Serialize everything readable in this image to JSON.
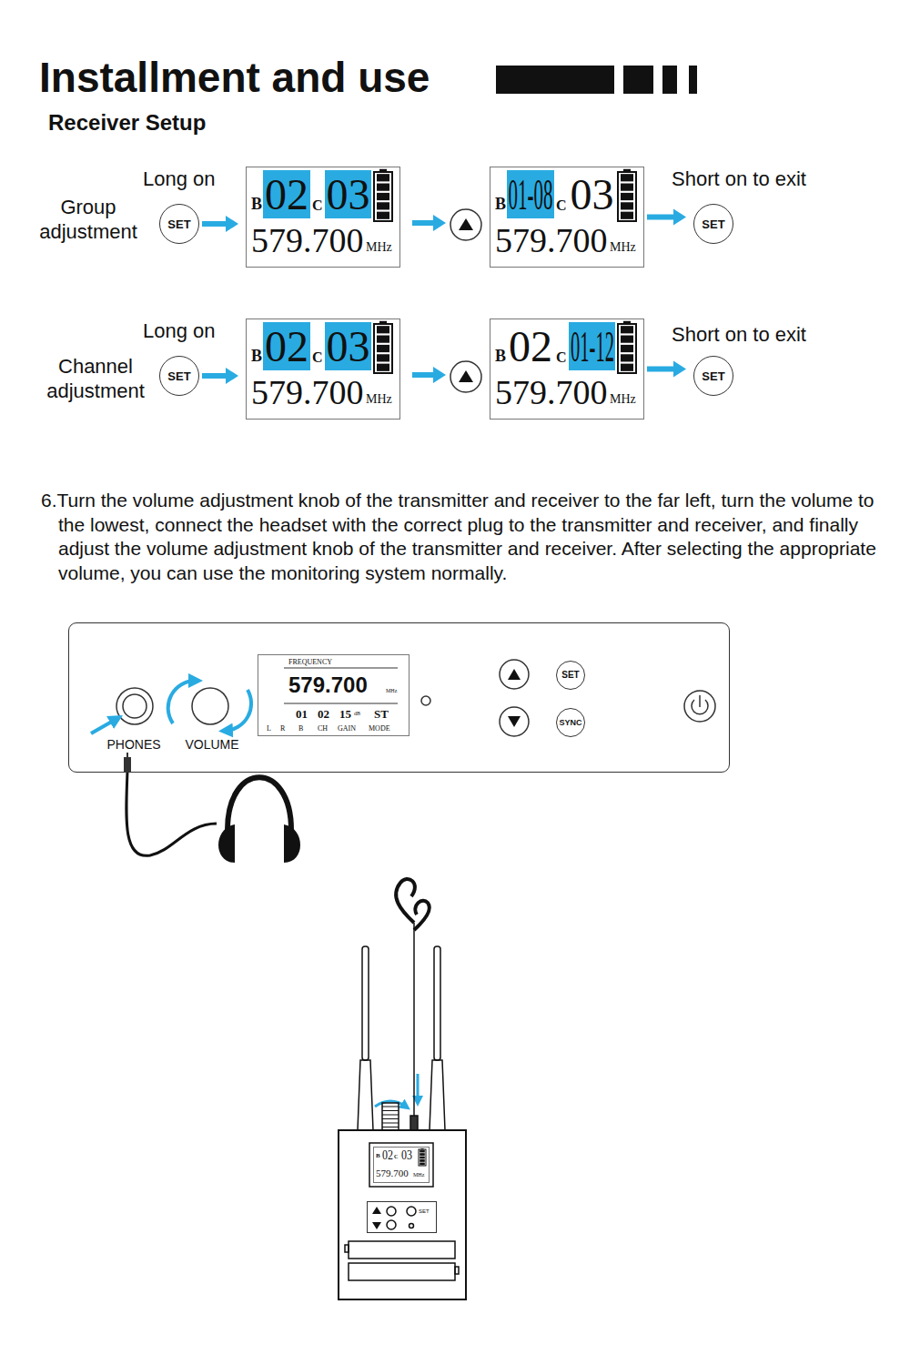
{
  "diagram": {
    "title": "Installment and use",
    "nodes": [
      {
        "text": [
          "SET"
        ]
      },
      {
        "text": [
          "B",
          "02",
          "C",
          "03",
          "579.700",
          "MHz"
        ]
      },
      {
        "text": [
          "B",
          "01-08",
          "C",
          "03",
          "579.700",
          "MHz"
        ]
      },
      {
        "text": [
          "SET"
        ]
      },
      {
        "text": [
          "SET"
        ]
      },
      {
        "text": [
          "B",
          "02",
          "C",
          "03",
          "579.700",
          "MHz"
        ]
      },
      {
        "text": [
          "B",
          "02",
          "C",
          "01-12",
          "579.700",
          "MHz"
        ]
      },
      {
        "text": [
          "SET"
        ]
      },
      {
        "text": [
          "PHONES",
          "VOLUME"
        ]
      },
      {
        "text": [
          "FREQUENCY",
          "579.700",
          "MHz",
          "01",
          "02",
          "15",
          "dB",
          "ST",
          "L",
          "R",
          "B",
          "CH",
          "GAIN",
          "MODE"
        ],
        "in": 8
      },
      {
        "text": [
          "SET"
        ],
        "in": 8
      },
      {
        "text": [
          "SYNC"
        ],
        "in": 8
      },
      {
        "text": [
          "B",
          "02",
          "C",
          "03",
          "579.700",
          "MHz"
        ]
      },
      {
        "text": [
          "SET"
        ]
      }
    ],
    "edges": [
      {
        "from": 0,
        "to": 1,
        "arrow": "to"
      },
      {
        "from": 2,
        "to": 3,
        "arrow": "to"
      },
      {
        "from": 4,
        "to": 5,
        "arrow": "to"
      },
      {
        "from": 6,
        "to": 7,
        "arrow": "to"
      }
    ],
    "labels": [
      "Receiver Setup",
      "Long on",
      "Group adjustment",
      "Short on to exit",
      "Long on",
      "Channel adjustment",
      "Short on to exit",
      "6.Turn the volume adjustment knob of the transmitter and receiver to the far left, turn the volume to the lowest, connect the headset with the correct plug to the transmitter and receiver, and finally adjust the volume adjustment knob of the transmitter and receiver. After selecting the appropriate volume, you can use the monitoring system normally."
    ]
  }
}
